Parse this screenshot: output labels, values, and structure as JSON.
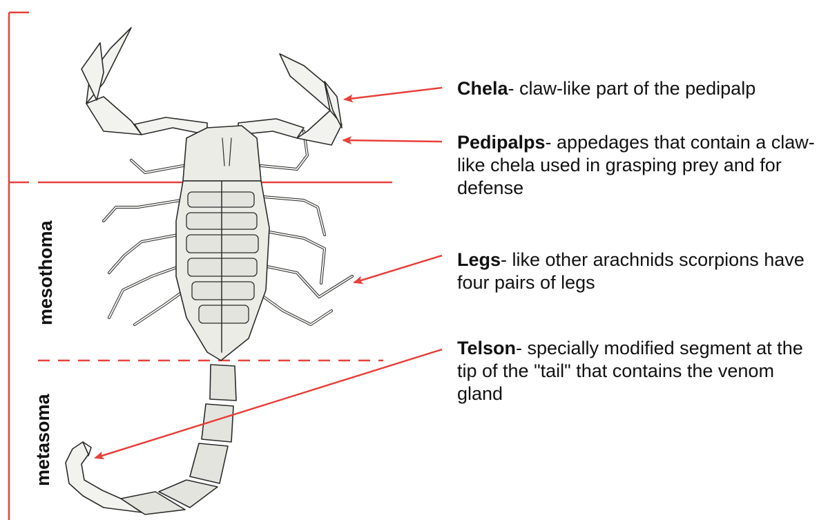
{
  "regions": {
    "mesothoma": "mesothoma",
    "metasoma": "metasoma"
  },
  "labels": [
    {
      "term": "Chela",
      "description": "- claw-like part of the pedipalp"
    },
    {
      "term": "Pedipalps",
      "description": "- appedages that contain a claw-like chela used in grasping prey and for defense"
    },
    {
      "term": "Legs",
      "description": "- like other arachnids scorpions have four pairs of legs"
    },
    {
      "term": "Telson",
      "description": "- specially modified segment at the tip of the \"tail\" that contains the venom gland"
    }
  ],
  "colors": {
    "accent": "#e8403a",
    "ink": "#111111",
    "body_fill": "#f2f2ee",
    "segment_fill": "#e4e4de"
  },
  "illustration": "scorpion-illustration"
}
